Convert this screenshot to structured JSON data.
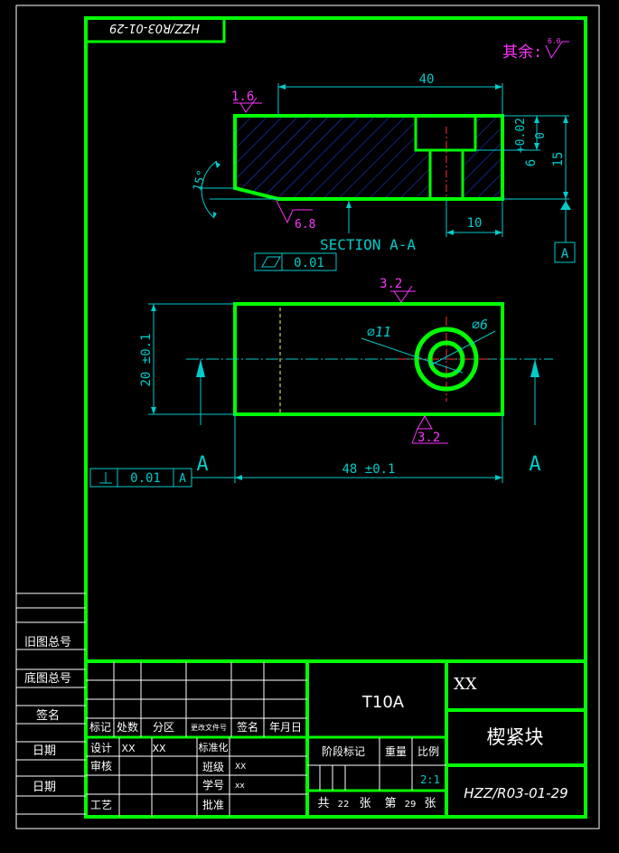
{
  "drawing_number": "HZZ/R03-01-29",
  "remaining_roughness": {
    "label": "其余:",
    "value": "6.0"
  },
  "top_view": {
    "dim_width": "40",
    "dim_depth_top": "+0.02",
    "dim_depth_bottom": "0",
    "dim_depth_nominal": "6",
    "dim_height": "15",
    "dim_slot": "10",
    "dim_angle": "15°",
    "roughness_top": "1.6",
    "roughness_bottom": "6.8",
    "section_label": "SECTION A-A",
    "datum_label": "A",
    "flatness_value": "0.01"
  },
  "front_view": {
    "roughness_top": "3.2",
    "roughness_bottom": "3.2",
    "dim_outer_dia": "∅11",
    "dim_inner_dia": "∅6",
    "dim_height": "20 ±0.1",
    "dim_length": "48 ±0.1",
    "perp_value": "0.01",
    "perp_datum": "A",
    "section_mark_left": "A",
    "section_mark_right": "A"
  },
  "left_strip": [
    "旧图总号",
    "底图总号",
    "签名",
    "日期",
    "日期"
  ],
  "title_block": {
    "material": "T10A",
    "company": "XX",
    "part_name": "楔紧块",
    "drawing_number": "HZZ/R03-01-29",
    "scale": "2:1",
    "headers": [
      "标记",
      "处数",
      "分区",
      "更改文件号",
      "签名",
      "年月日"
    ],
    "rows": [
      {
        "label": "设计",
        "value": "XX",
        "value2": "XX",
        "label2": "标准化"
      },
      {
        "label": "审核",
        "value": "",
        "value2": "",
        "label2": "班级",
        "value3": "XX"
      },
      {
        "label": "",
        "value": "",
        "value2": "",
        "label2": "学号",
        "value3": "xx"
      },
      {
        "label": "工艺",
        "value": "",
        "value2": "",
        "label2": "批准"
      }
    ],
    "stage_headers": [
      "阶段标记",
      "重量",
      "比例"
    ],
    "sheets": {
      "total_label": "共",
      "total": "22",
      "sheet_unit": "张",
      "current_label": "第",
      "current": "29",
      "current_unit": "张"
    }
  }
}
